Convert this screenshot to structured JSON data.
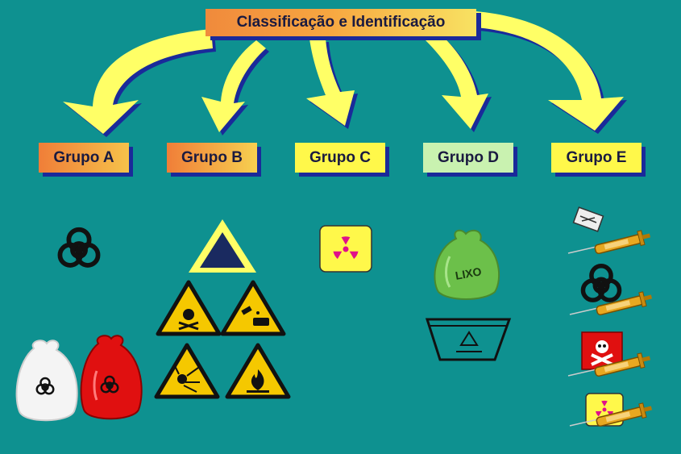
{
  "title": "Classificação e Identificação",
  "groups": [
    {
      "label": "Grupo A",
      "color": "#F28A3A"
    },
    {
      "label": "Grupo B",
      "color": "#F28A3A"
    },
    {
      "label": "Grupo C",
      "color": "#FFF84A"
    },
    {
      "label": "Grupo D",
      "color": "#C9F2B0"
    },
    {
      "label": "Grupo E",
      "color": "#FFF84A"
    }
  ],
  "bag_label": "LIXO",
  "colors": {
    "background": "#0E9190",
    "arrow": "#FFFF66",
    "arrow_shadow": "#1A2A9A",
    "hazard_yellow": "#F5C800",
    "radiation_magenta": "#E0108A",
    "infectant_red": "#E01010",
    "common_waste_green": "#6CC04A"
  },
  "icons": [
    "biohazard-icon",
    "white-infectant-bag-icon",
    "red-infectant-bag-icon",
    "blue-triangle-icon",
    "toxic-warning-icon",
    "corrosive-warning-icon",
    "explosive-warning-icon",
    "flammable-warning-icon",
    "radiation-icon",
    "common-waste-bag-icon",
    "recycling-bin-icon",
    "sharps-syringe-icon",
    "broken-ampoule-icon",
    "toxic-skull-icon"
  ]
}
